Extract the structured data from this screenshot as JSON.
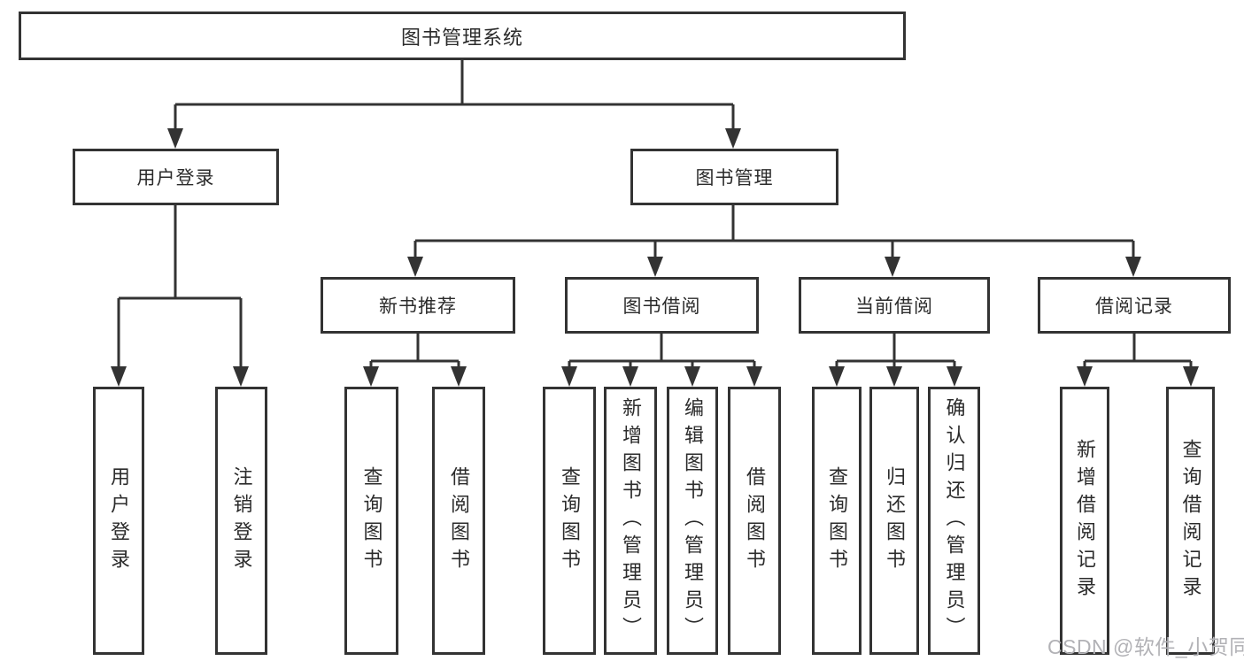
{
  "nodes": {
    "root": "图书管理系统",
    "user_login": "用户登录",
    "book_management": "图书管理",
    "new_book_recommend": "新书推荐",
    "book_borrow": "图书借阅",
    "current_borrow": "当前借阅",
    "borrow_records": "借阅记录"
  },
  "leaves": {
    "user_login": "用户登录",
    "logout": "注销登录",
    "nb_query_book": "查询图书",
    "nb_borrow_book": "借阅图书",
    "bb_query_book": "查询图书",
    "bb_add_book": "新增图书（管理员）",
    "bb_edit_book": "编辑图书（管理员）",
    "bb_borrow_book": "借阅图书",
    "cb_query_book": "查询图书",
    "cb_return_book": "归还图书",
    "cb_confirm_return": "确认归还（管理员）",
    "br_add_record": "新增借阅记录",
    "br_query_record": "查询借阅记录"
  },
  "tree": {
    "图书管理系统": {
      "用户登录": [
        "用户登录",
        "注销登录"
      ],
      "图书管理": {
        "新书推荐": [
          "查询图书",
          "借阅图书"
        ],
        "图书借阅": [
          "查询图书",
          "新增图书（管理员）",
          "编辑图书（管理员）",
          "借阅图书"
        ],
        "当前借阅": [
          "查询图书",
          "归还图书",
          "确认归还（管理员）"
        ],
        "借阅记录": [
          "新增借阅记录",
          "查询借阅记录"
        ]
      }
    }
  },
  "watermark": {
    "text": "CSDN @软件_小贺同学"
  },
  "colors": {
    "line": "#333333",
    "box_border": "#333333",
    "text": "#2b2b2b",
    "watermark": "#b2b2b6",
    "background": "#ffffff"
  }
}
